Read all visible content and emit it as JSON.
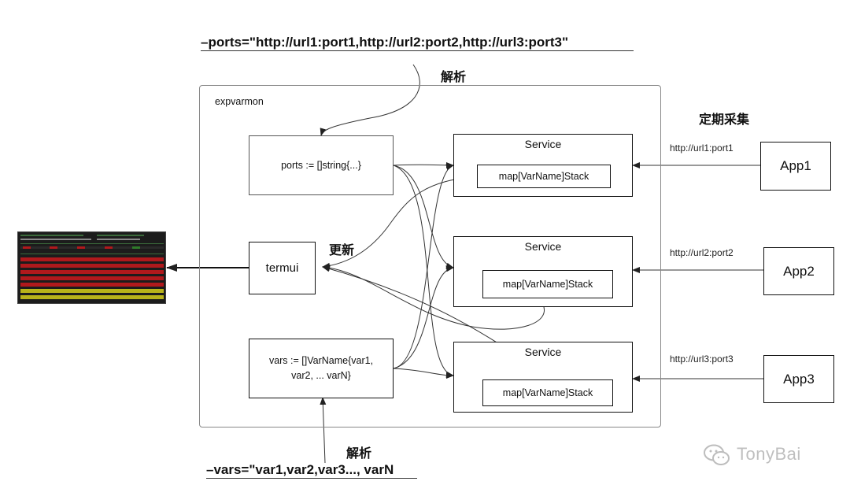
{
  "top_cmd": "–ports=\"http://url1:port1,http://url2:port2,http://url3:port3\"",
  "bottom_cmd": "–vars=\"var1,var2,var3..., varN",
  "parse_label_top": "解析",
  "parse_label_bottom": "解析",
  "update_label": "更新",
  "collect_label": "定期采集",
  "frame_label": "expvarmon",
  "ports_box": "ports := []string{...}",
  "termui_box": "termui",
  "vars_box": {
    "line1": "vars := []VarName{var1,",
    "line2": "var2,   ... varN}"
  },
  "services": [
    {
      "title": "Service",
      "inner": "map[VarName]Stack"
    },
    {
      "title": "Service",
      "inner": "map[VarName]Stack"
    },
    {
      "title": "Service",
      "inner": "map[VarName]Stack"
    }
  ],
  "urls": [
    "http://url1:port1",
    "http://url2:port2",
    "http://url3:port3"
  ],
  "apps": [
    "App1",
    "App2",
    "App3"
  ],
  "watermark": "TonyBai",
  "colors": {
    "terminal_bg": "#1c1c1c",
    "bar_red": "#b0191c",
    "bar_yellow": "#b8b21a",
    "bar_green": "#2f7a2a"
  }
}
